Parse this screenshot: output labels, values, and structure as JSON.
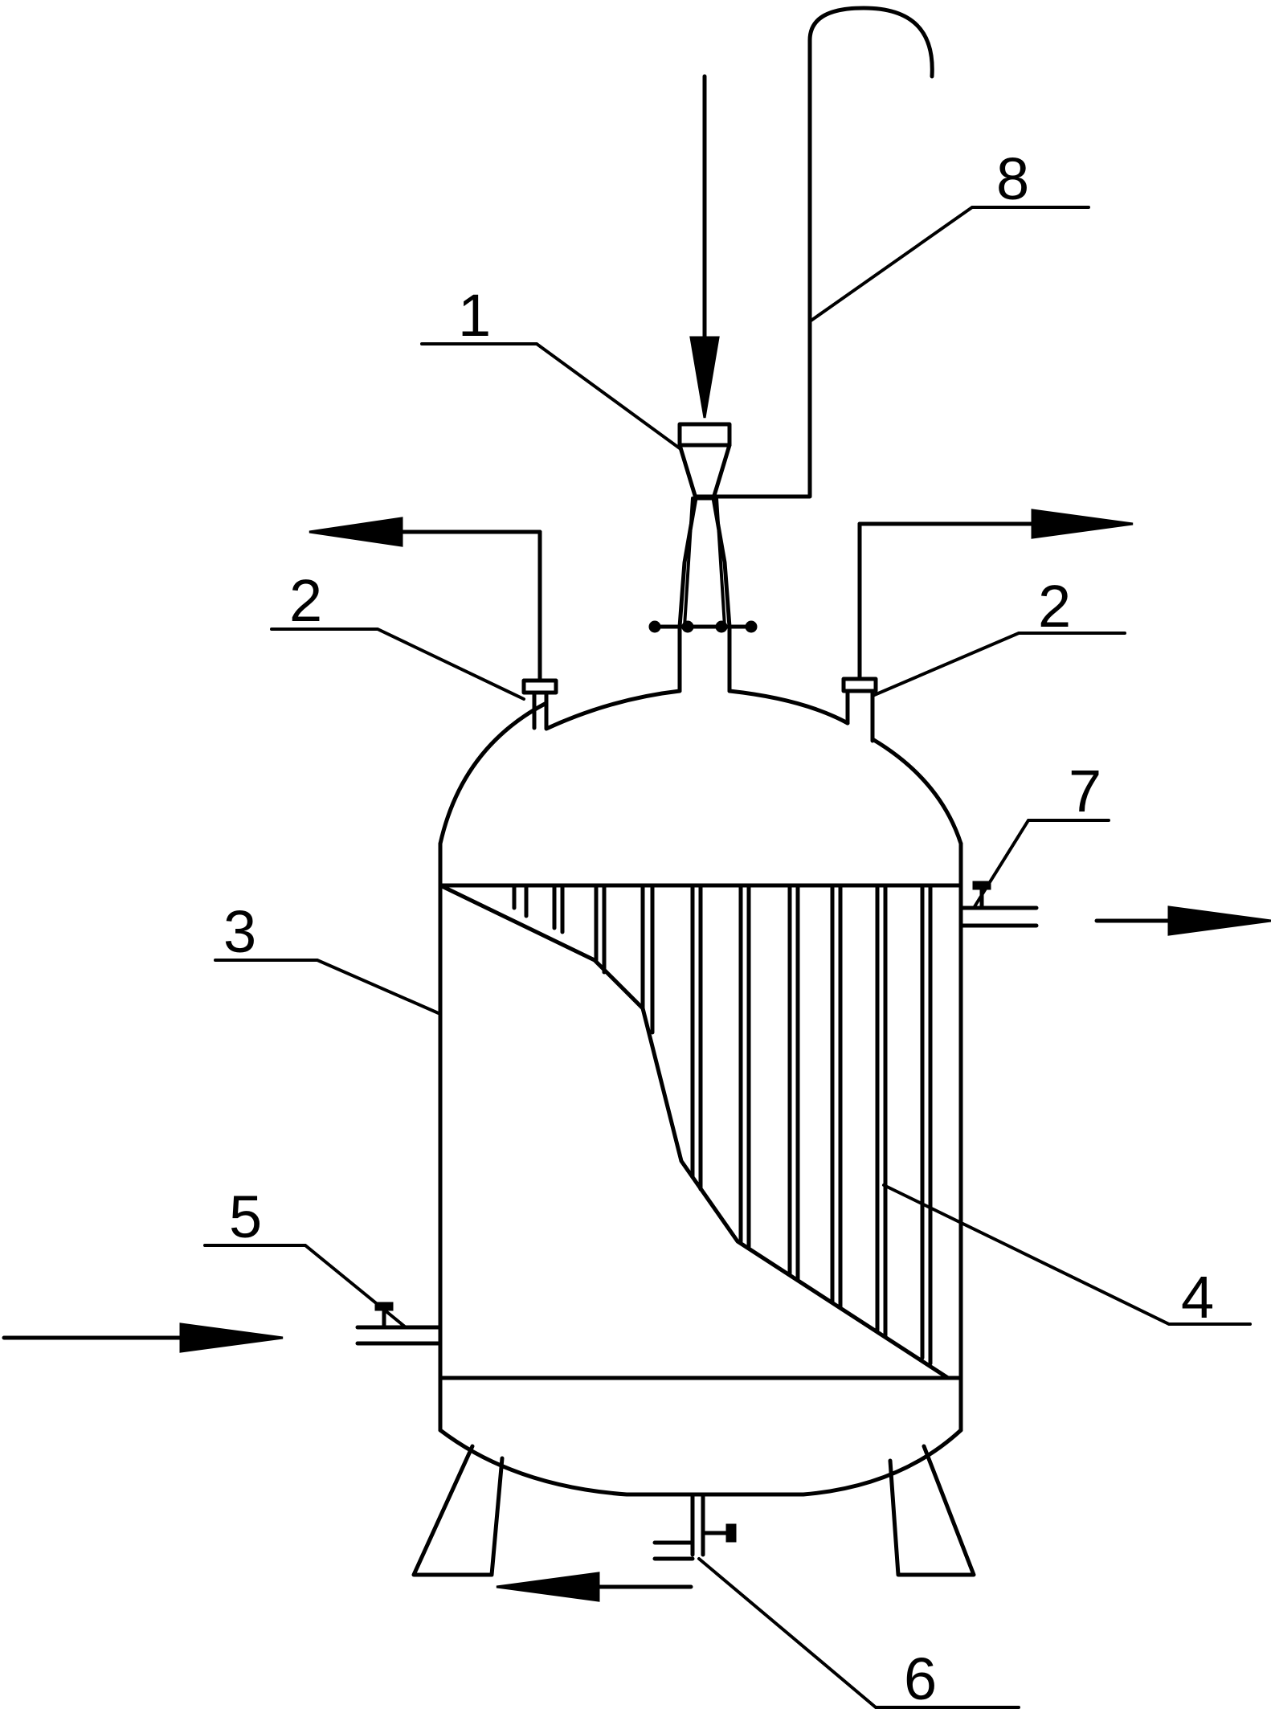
{
  "labels": {
    "l1": "1",
    "l2a": "2",
    "l2b": "2",
    "l3": "3",
    "l4": "4",
    "l5": "5",
    "l6": "6",
    "l7": "7",
    "l8": "8"
  },
  "colors": {
    "ink": "#000000",
    "paper": "#ffffff"
  }
}
